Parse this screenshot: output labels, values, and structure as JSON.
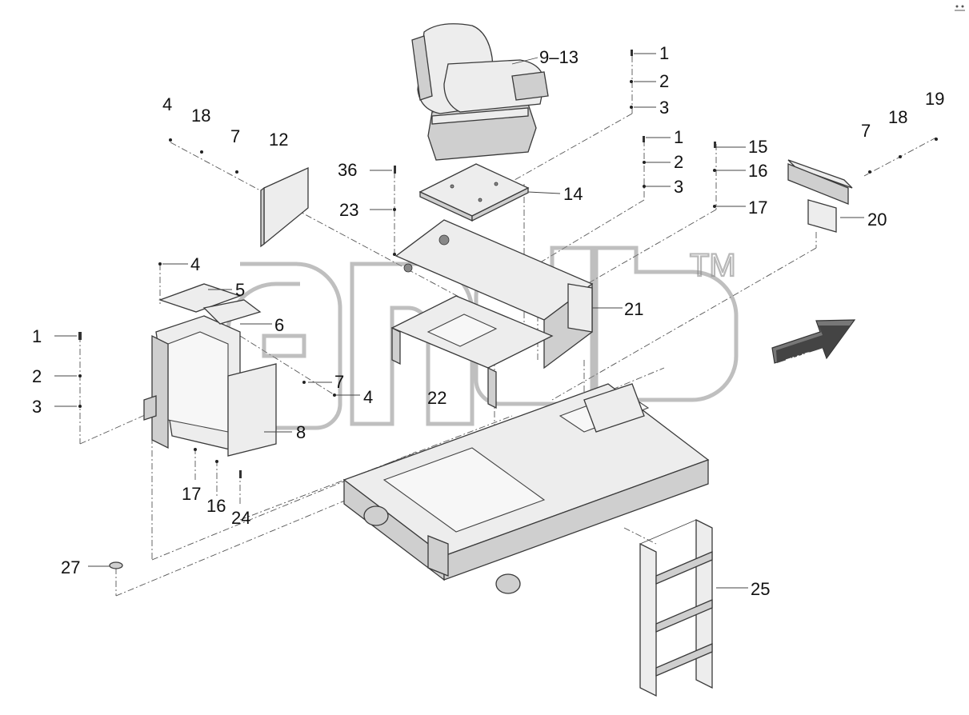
{
  "diagram": {
    "watermark_mark": "TM",
    "fwd_label": "FWD",
    "callouts": [
      "9–13",
      "1",
      "2",
      "3",
      "1",
      "2",
      "3",
      "15",
      "16",
      "17",
      "19",
      "18",
      "7",
      "20",
      "4",
      "18",
      "7",
      "12",
      "36",
      "23",
      "14",
      "4",
      "5",
      "6",
      "1",
      "2",
      "3",
      "7",
      "4",
      "8",
      "22",
      "21",
      "17",
      "16",
      "24",
      "27",
      "25"
    ]
  }
}
